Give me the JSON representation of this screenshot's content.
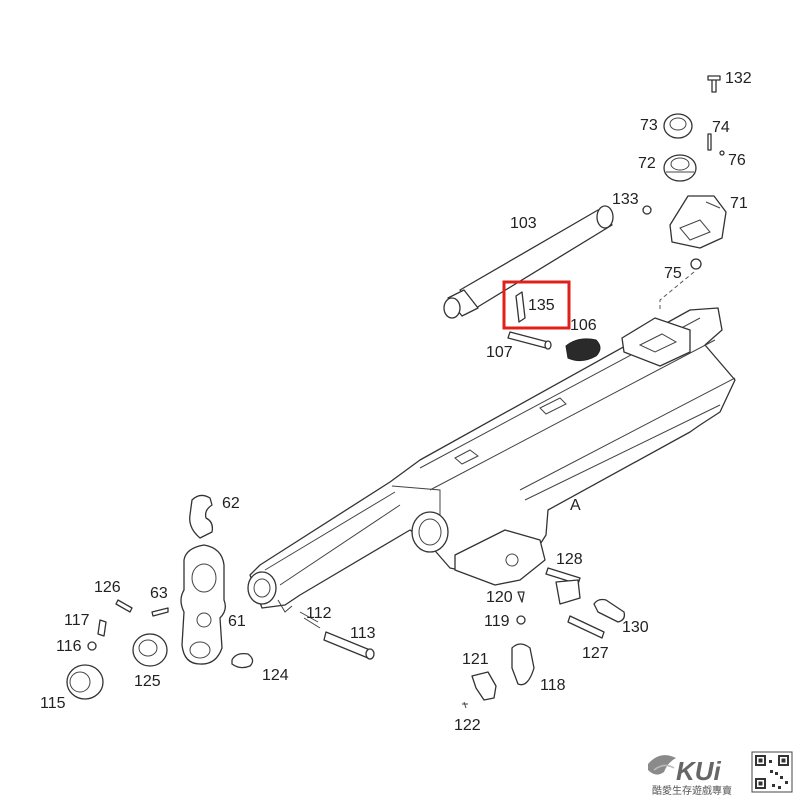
{
  "diagram": {
    "part_labels": {
      "p132": "132",
      "p73": "73",
      "p74": "74",
      "p76": "76",
      "p72": "72",
      "p133": "133",
      "p71": "71",
      "p103": "103",
      "p75": "75",
      "p135": "135",
      "p106": "106",
      "p107": "107",
      "pA": "A",
      "p62": "62",
      "p126": "126",
      "p63": "63",
      "p61": "61",
      "p117": "117",
      "p116": "116",
      "p125": "125",
      "p115": "115",
      "p124": "124",
      "p112": "112",
      "p113": "113",
      "p128": "128",
      "p120": "120",
      "p119": "119",
      "p130": "130",
      "p127": "127",
      "p121": "121",
      "p118": "118",
      "p122": "122"
    },
    "highlighted_part": "135",
    "highlight_color": "#e0201b"
  },
  "watermark": {
    "brand": "KUi",
    "tagline": "酷愛生存遊戲專賣",
    "icons": [
      "kui-logo-icon",
      "qr-code-icon"
    ]
  }
}
